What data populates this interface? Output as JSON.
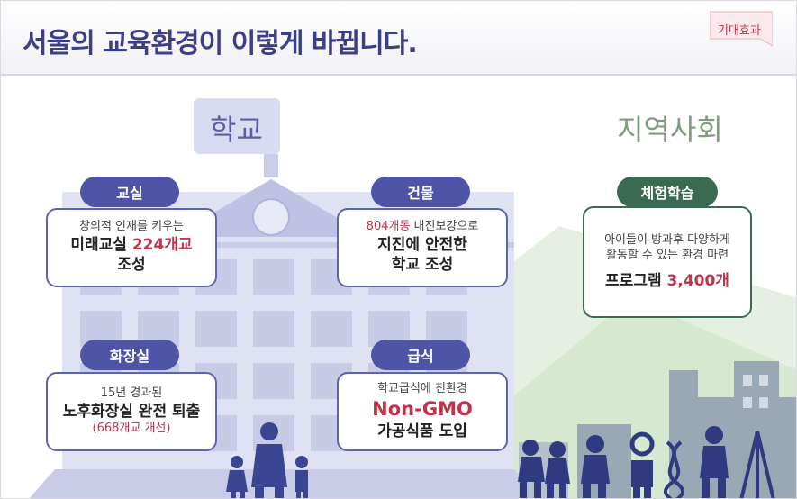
{
  "header": {
    "title": "서울의 교육환경이 이렇게 바뀝니다.",
    "tag": "기대효과"
  },
  "school": {
    "label": "학교",
    "cards": [
      {
        "badge": "교실",
        "line1": "창의적 인재를 키우는",
        "line2_prefix": "미래교실 ",
        "line2_highlight": "224개교",
        "line3": "조성"
      },
      {
        "badge": "건물",
        "line1_highlight": "804개동",
        "line1_suffix": " 내진보강으로",
        "line2": "지진에 안전한",
        "line3": "학교 조성"
      },
      {
        "badge": "화장실",
        "line1": "15년 경과된",
        "line2": "노후화장실 완전 퇴출",
        "line3": "(668개교 개선)"
      },
      {
        "badge": "급식",
        "line1": "학교급식에 친환경",
        "line2": "Non-GMO",
        "line3": "가공식품 도입"
      }
    ]
  },
  "community": {
    "label": "지역사회",
    "card": {
      "badge": "체험학습",
      "line1": "아이들이 방과후 다양하게",
      "line2": "활동할 수 있는 환경 마련",
      "line3_prefix": "프로그램 ",
      "line3_highlight": "3,400개"
    }
  },
  "colors": {
    "title": "#3b3f86",
    "badge_blue": "#4e55a7",
    "badge_green": "#3a6b52",
    "highlight": "#c0334a"
  }
}
